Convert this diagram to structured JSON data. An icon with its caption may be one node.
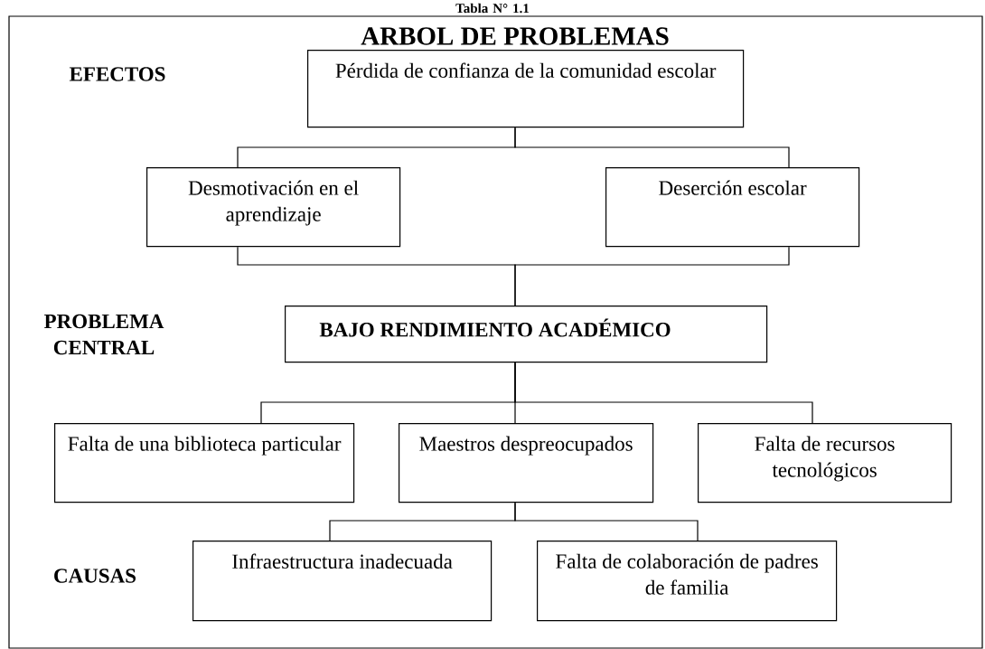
{
  "diagram": {
    "title": "ARBOL DE PROBLEMAS",
    "nodes": [
      {
        "text": [
          "Pérdida de confianza de la comunidad escolar"
        ]
      },
      {
        "text": [
          "Desmotivación en el aprendizaje"
        ]
      },
      {
        "text": [
          "Deserción escolar"
        ]
      },
      {
        "text": [
          "BAJO RENDIMIENTO ACADÉMICO"
        ]
      },
      {
        "text": [
          "Falta de una biblioteca particular"
        ]
      },
      {
        "text": [
          "Maestros despreocupados"
        ]
      },
      {
        "text": [
          "Falta de recursos tecnológicos"
        ]
      },
      {
        "text": [
          "Infraestructura inadecuada"
        ]
      },
      {
        "text": [
          "Falta de colaboración de padres de familia"
        ]
      }
    ],
    "edges": [
      {
        "from": 0,
        "to": 1,
        "arrow": "none"
      },
      {
        "from": 0,
        "to": 2,
        "arrow": "none"
      },
      {
        "from": 1,
        "to": 3,
        "arrow": "none"
      },
      {
        "from": 2,
        "to": 3,
        "arrow": "none"
      },
      {
        "from": 3,
        "to": 4,
        "arrow": "none"
      },
      {
        "from": 3,
        "to": 5,
        "arrow": "none"
      },
      {
        "from": 3,
        "to": 6,
        "arrow": "none"
      },
      {
        "from": 5,
        "to": 7,
        "arrow": "none"
      },
      {
        "from": 5,
        "to": 8,
        "arrow": "none"
      }
    ],
    "labels": [
      "Tabla N° 1.1",
      "EFECTOS",
      "PROBLEMA CENTRAL",
      "CAUSAS"
    ]
  }
}
